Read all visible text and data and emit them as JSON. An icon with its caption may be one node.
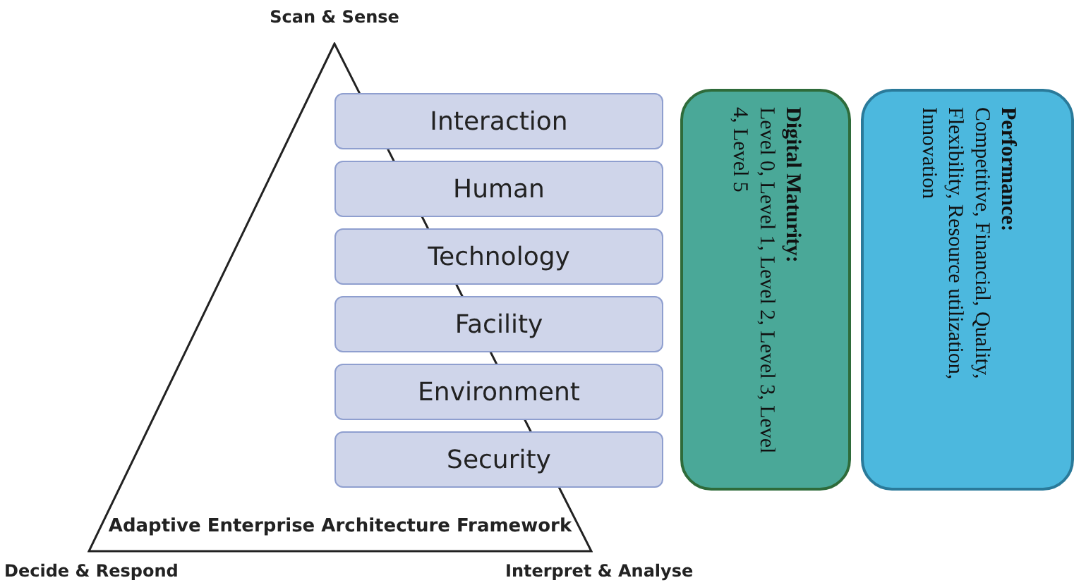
{
  "diagram": {
    "nodes": [
      {
        "text": [
          "Adaptive Enterprise Architecture Framework"
        ],
        "beside": [
          "Scan & Sense",
          "Decide & Respond",
          "Interpret & Analyse"
        ]
      },
      {
        "text": [
          "Interaction"
        ]
      },
      {
        "text": [
          "Human"
        ]
      },
      {
        "text": [
          "Technology"
        ]
      },
      {
        "text": [
          "Facility"
        ]
      },
      {
        "text": [
          "Environment"
        ]
      },
      {
        "text": [
          "Security"
        ]
      },
      {
        "text": [
          "Digital Maturity:",
          "Level 0, Level 1, Level 2, Level 3, Level 4, Level 5"
        ]
      },
      {
        "text": [
          "Performance:",
          "Competitive, Financial, Quality, Flexibility, Resource utilization, Innovation"
        ]
      }
    ]
  }
}
